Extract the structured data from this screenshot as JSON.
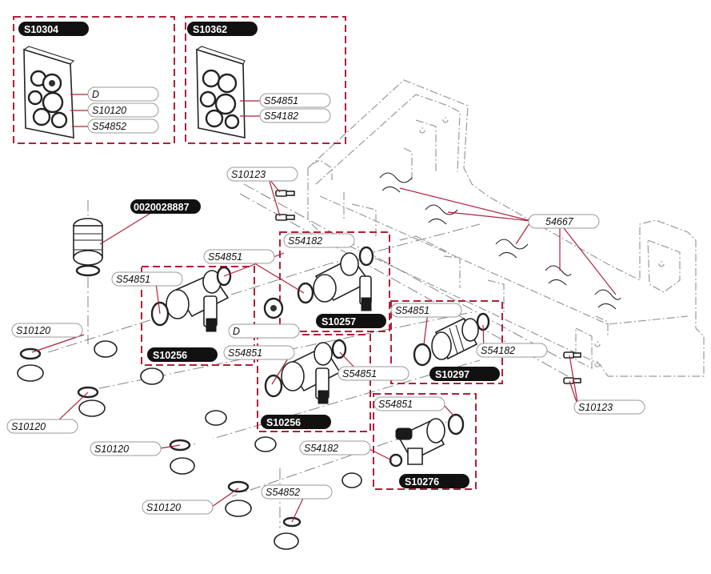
{
  "kit_labels": {
    "k1": "S10304",
    "k2": "S10362",
    "k3": "0020028887",
    "k4": "S10257",
    "k5": "S10256",
    "k6": "S10256",
    "k7": "S10297",
    "k8": "S10276"
  },
  "callouts": {
    "c1": "D",
    "c2": "S10120",
    "c3": "S54852",
    "c4": "S54851",
    "c5": "S54182",
    "c6": "S10123",
    "c7": "54667",
    "c8": "S54182",
    "c9": "S54851",
    "c10": "S54851",
    "c11": "D",
    "c12": "S10120",
    "c13": "S54851",
    "c14": "S54851",
    "c15": "S54851",
    "c16": "S54182",
    "c17": "S10120",
    "c18": "S10123",
    "c19": "S10120",
    "c20": "S54851",
    "c21": "S54182",
    "c22": "S10120",
    "c23": "S54852"
  },
  "colors": {
    "kit_box_border": "#b0203a",
    "leader_line": "#b0203a",
    "label_badge": "#111111"
  }
}
